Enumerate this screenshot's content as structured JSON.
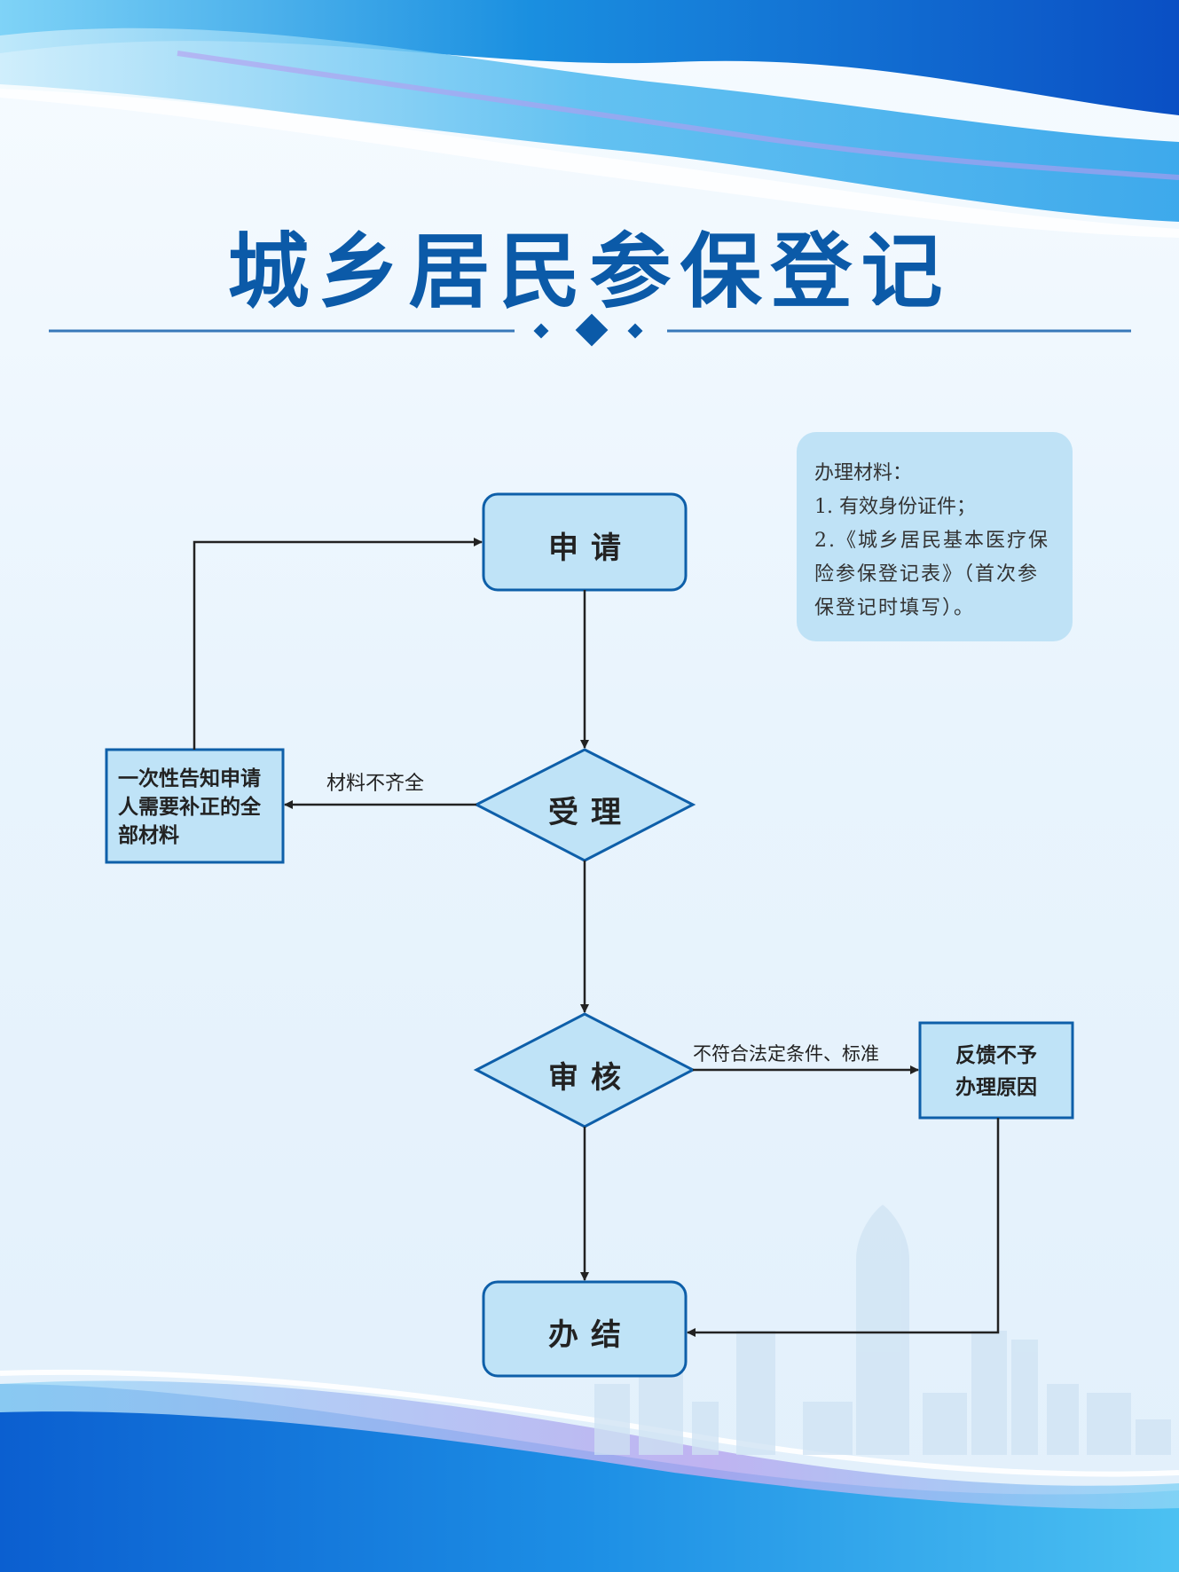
{
  "title": "城乡居民参保登记",
  "materials": {
    "heading": "办理材料：",
    "item1": "1. 有效身份证件；",
    "item2": "2.《城乡居民基本医疗保险参保登记表》（首次参保登记时填写）。"
  },
  "nodes": {
    "apply": "申请",
    "accept": "受理",
    "review": "审核",
    "complete": "办结"
  },
  "side_boxes": {
    "supplement": [
      "一次性告知申请",
      "人需要补正的全",
      "部材料"
    ],
    "feedback": [
      "反馈不予",
      "办理原因"
    ]
  },
  "edge_labels": {
    "incomplete": "材料不齐全",
    "not_qualified": "不符合法定条件、标准"
  },
  "colors": {
    "title": "#0b5aa8",
    "node_fill": "#bfe3f7",
    "node_stroke": "#0e5fa9",
    "arrow": "#222222"
  }
}
